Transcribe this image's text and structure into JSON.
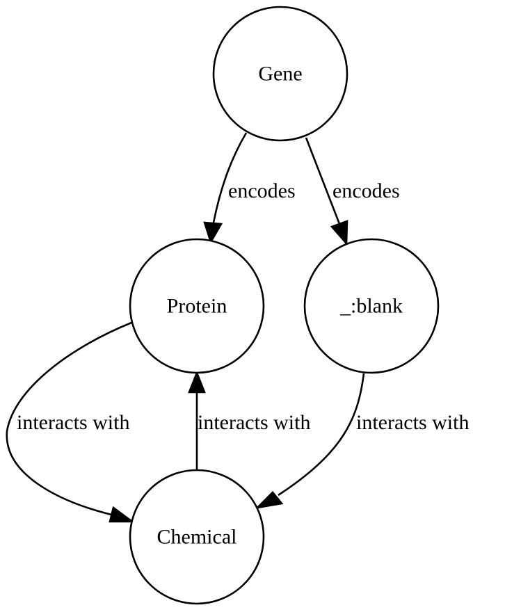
{
  "diagram": {
    "type": "directed-graph",
    "colors": {
      "stroke": "#000000",
      "fill": "#ffffff",
      "text": "#000000"
    },
    "nodes": [
      {
        "id": "gene",
        "label": "Gene",
        "shape": "circle"
      },
      {
        "id": "protein",
        "label": "Protein",
        "shape": "circle"
      },
      {
        "id": "blank",
        "label": "_:blank",
        "shape": "circle"
      },
      {
        "id": "chemical",
        "label": "Chemical",
        "shape": "circle"
      }
    ],
    "edges": [
      {
        "from": "gene",
        "to": "protein",
        "label": "encodes"
      },
      {
        "from": "gene",
        "to": "blank",
        "label": "encodes"
      },
      {
        "from": "protein",
        "to": "chemical",
        "label": "interacts with"
      },
      {
        "from": "chemical",
        "to": "protein",
        "label": "interacts with"
      },
      {
        "from": "blank",
        "to": "chemical",
        "label": "interacts with"
      }
    ]
  }
}
